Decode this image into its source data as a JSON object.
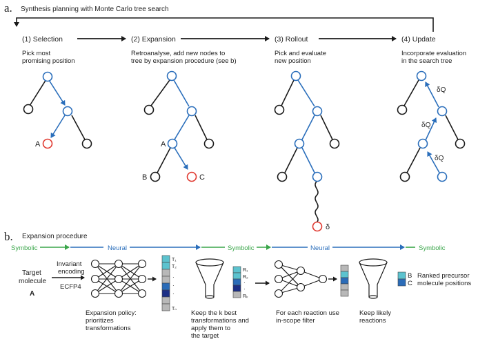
{
  "panel_a": {
    "letter": "a.",
    "title": "Synthesis planning with Monte Carlo tree search",
    "steps": [
      {
        "heading": "(1) Selection",
        "desc": [
          "Pick most",
          "promising position"
        ]
      },
      {
        "heading": "(2) Expansion",
        "desc": [
          "Retroanalyse, add new nodes to",
          "tree by expansion procedure (see b)"
        ]
      },
      {
        "heading": "(3) Rollout",
        "desc": [
          "Pick and evaluate",
          "new position"
        ]
      },
      {
        "heading": "(4) Update",
        "desc": [
          "Incorporate evaluation",
          "in the search tree"
        ]
      }
    ],
    "tree_labels": {
      "selection_a": "A",
      "expansion_a": "A",
      "expansion_b": "B",
      "expansion_c": "C",
      "rollout_delta": "δ",
      "update_dq1": "δQ",
      "update_dq2": "δQ",
      "update_dq3": "δQ"
    }
  },
  "panel_b": {
    "letter": "b.",
    "title": "Expansion procedure",
    "flow": [
      "Symbolic",
      "Neural",
      "Symbolic",
      "Neural",
      "Symbolic"
    ],
    "target_molecule": [
      "Target",
      "molecule"
    ],
    "target_letter": "A",
    "encoding": [
      "Invariant",
      "encoding"
    ],
    "ecfp": "ECFP4",
    "t_labels": [
      "T₁",
      "T₂",
      "·",
      "·",
      "·",
      "Tₙ"
    ],
    "r_labels": [
      "R₁",
      "R₂",
      "·",
      "·",
      "Rₖ"
    ],
    "expansion_policy": [
      "Expansion policy:",
      "prioritizes",
      "transformations"
    ],
    "keep_k": [
      "Keep the k best",
      "transformations and",
      "apply them to",
      "the target"
    ],
    "each_reaction": [
      "For each reaction use",
      "in-scope filter"
    ],
    "keep_likely": [
      "Keep likely",
      "reactions"
    ],
    "legend_b": "B",
    "legend_c": "C",
    "ranked": [
      "Ranked precursor",
      "molecule positions"
    ]
  },
  "colors": {
    "blue": "#2a6ebb",
    "red": "#e0382f",
    "green": "#3aa64a",
    "black": "#1a1a1a",
    "cell_light": "#5cc3cf",
    "cell_mid": "#2b6cb8",
    "cell_dark": "#1c2f86",
    "cell_grey": "#b8b8b8"
  }
}
